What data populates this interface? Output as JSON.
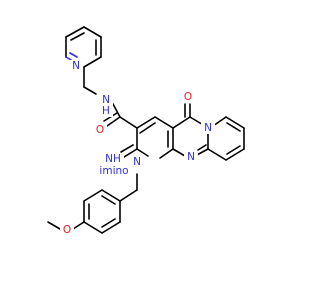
{
  "atoms": {
    "n_pyridine": "N",
    "nh_amide": "N",
    "h_amide": "H",
    "o_carbonyl_amide": "O",
    "o_carbonyl_ring": "O",
    "nh_imino": "NH",
    "imino_label": "imino",
    "n_pyrido_ring": "N",
    "n_bridge": "N",
    "n_ring_sp2": "N",
    "o_methoxy": "O"
  },
  "colors": {
    "carbon_bond": "#000000",
    "nitrogen": "#3030e0",
    "oxygen": "#e02020",
    "background": "#ffffff"
  }
}
